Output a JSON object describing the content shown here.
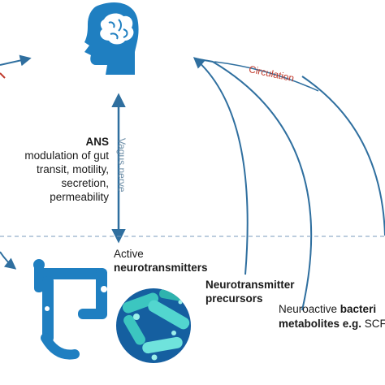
{
  "labels": {
    "circulation": "Circulation",
    "vagus_nerve": "Vagus nerve",
    "ans_title": "ANS",
    "ans_lines": [
      "modulation of gut",
      "transit, motility,",
      "secretion,",
      "permeability"
    ],
    "active": "Active",
    "neurotransmitters": "neurotransmitters",
    "precursors_line1": "Neurotransmitter",
    "precursors_line2": "precursors",
    "neuroactive_prefix": "Neuroactive ",
    "neuroactive_bold": "bacteri",
    "metabolites_bold": "metabolites e.g.",
    "metabolites_rest": " SCF"
  },
  "colors": {
    "arrow_blue": "#2f6f9f",
    "icon_blue": "#1f7fc1",
    "circulation_red": "#c0392b",
    "dashed_line": "#7a9bbd",
    "bacteria_teal": "#3cc6c0",
    "bacteria_bg": "#155fa0"
  },
  "icons": {
    "brain": "head-with-brain-icon",
    "gut": "intestine-icon",
    "bacteria": "bacteria-circle-icon"
  }
}
